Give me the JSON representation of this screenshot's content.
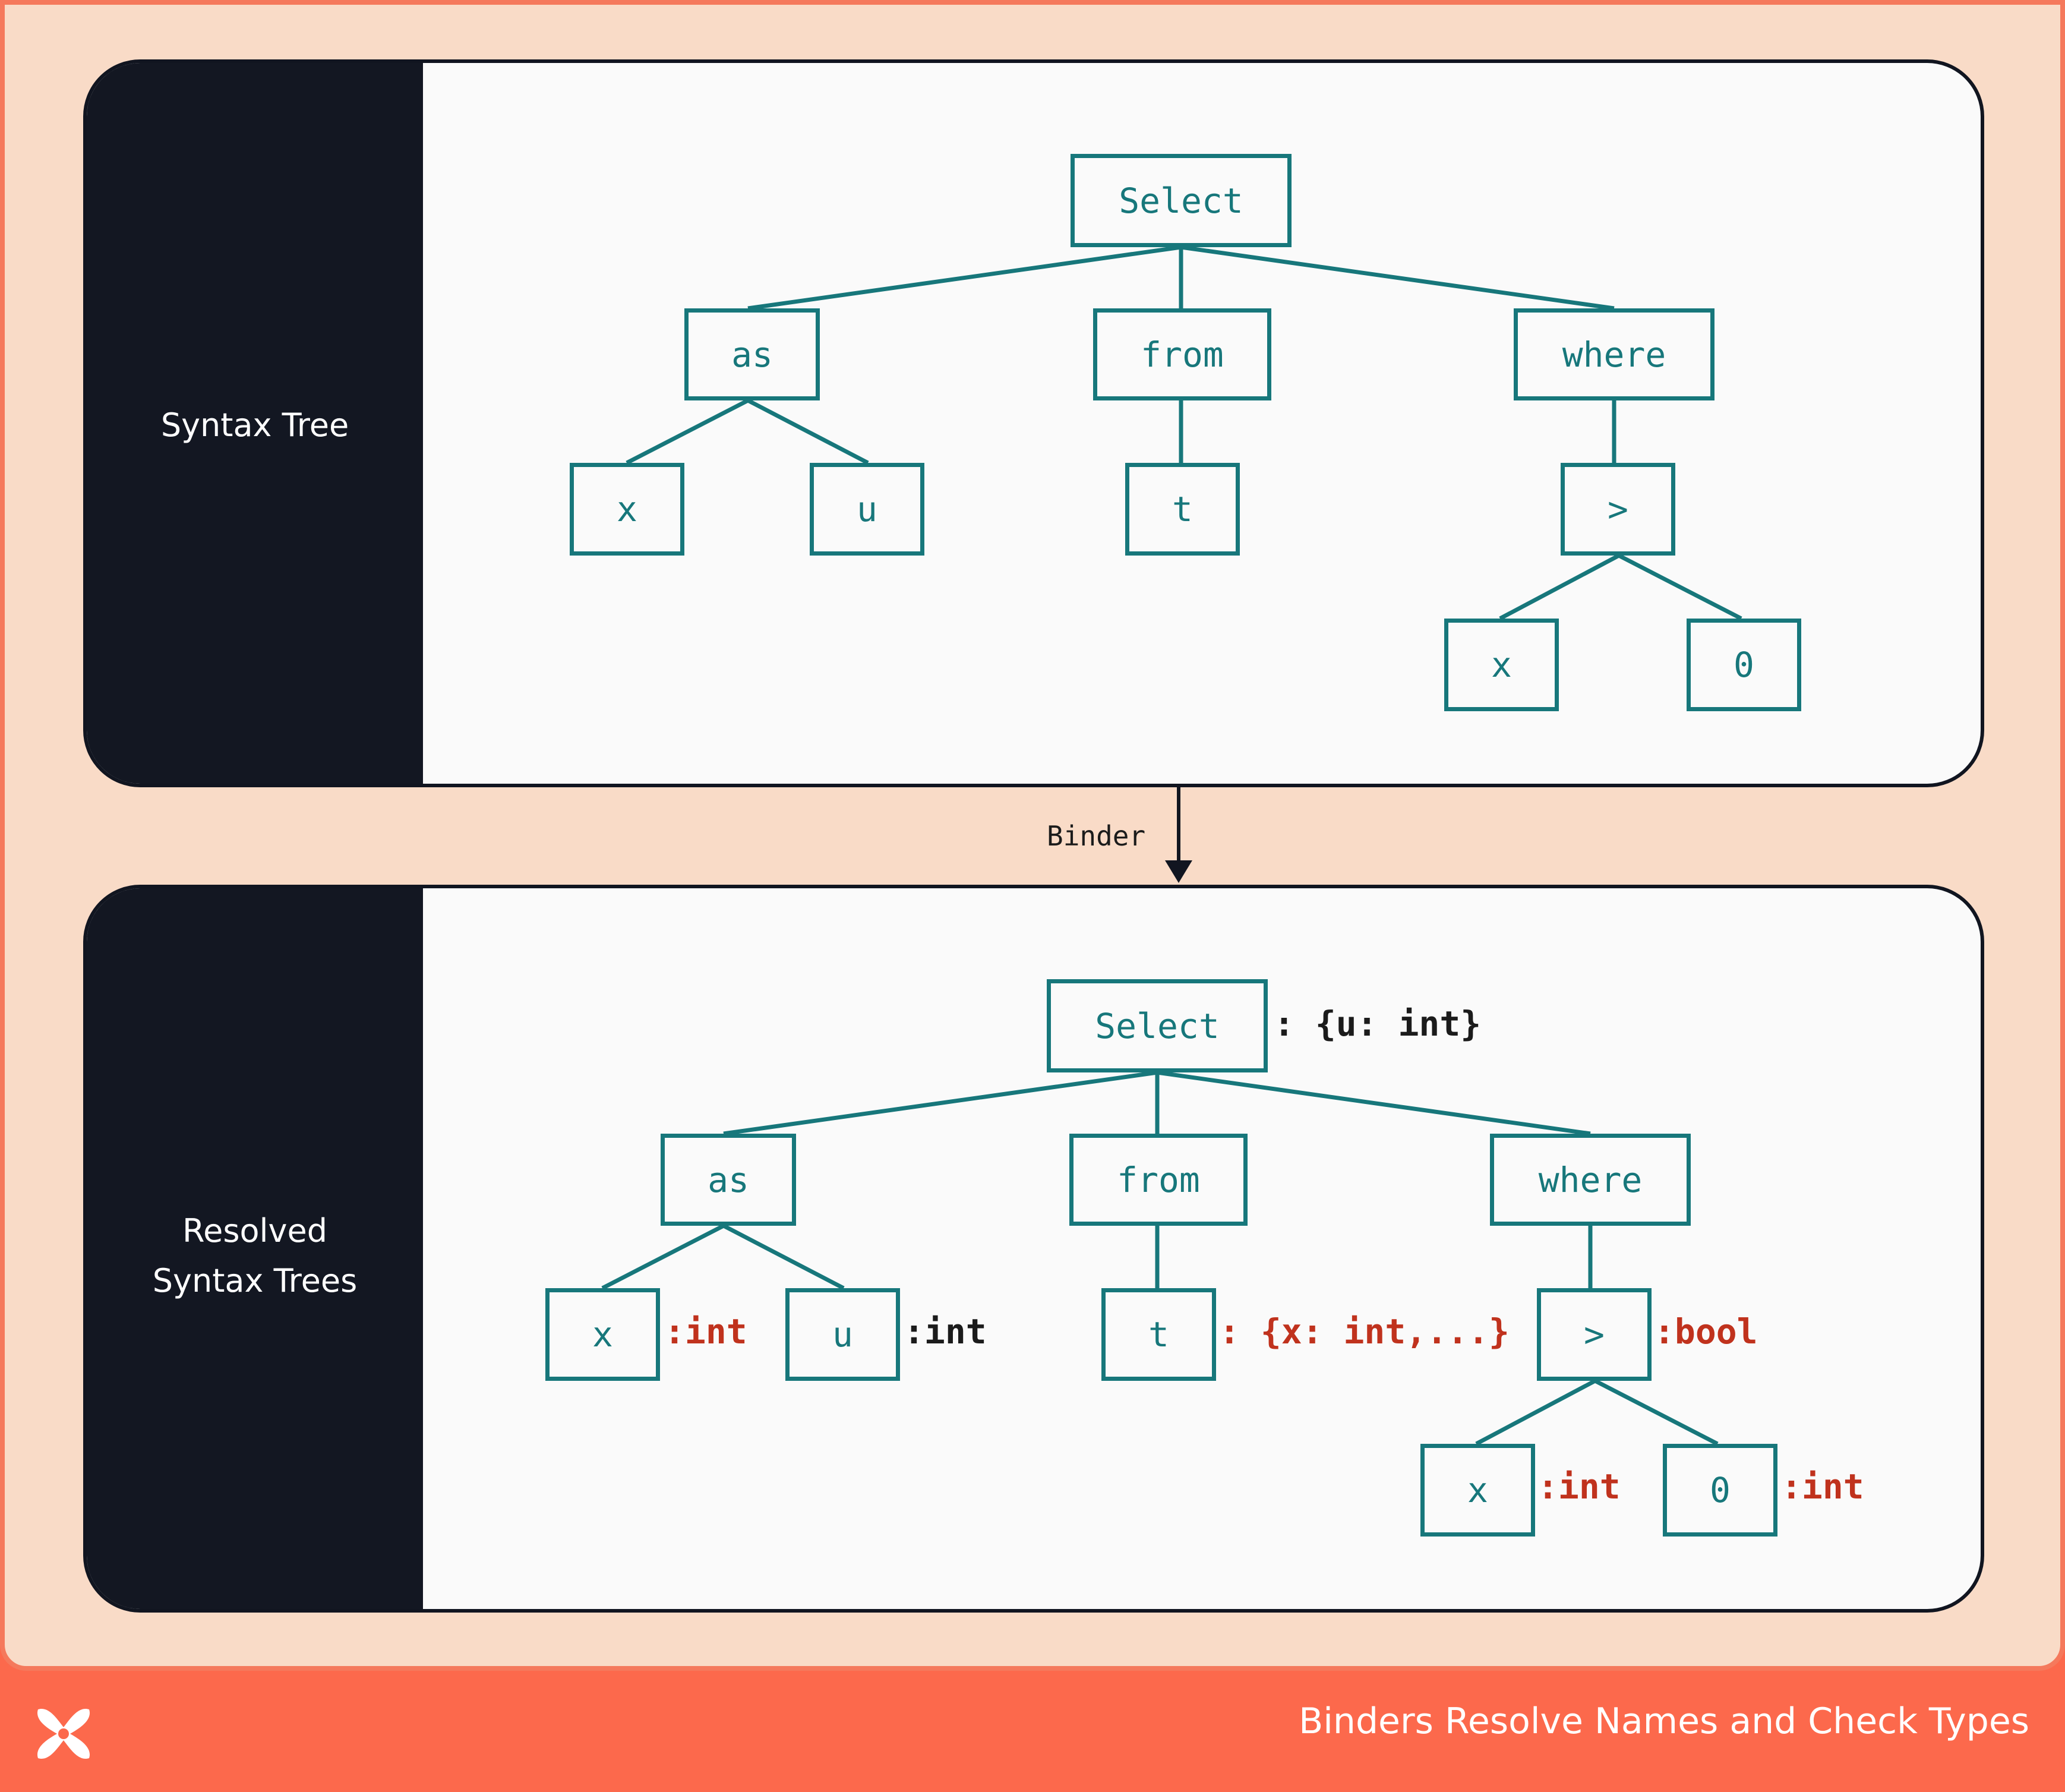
{
  "top_panel": {
    "label": "Syntax Tree",
    "nodes": {
      "select": "Select",
      "as": "as",
      "from": "from",
      "where": "where",
      "x": "x",
      "u": "u",
      "t": "t",
      "gt": ">",
      "x2": "x",
      "zero": "0"
    }
  },
  "binder": {
    "label": "Binder"
  },
  "bottom_panel": {
    "label_line1": "Resolved",
    "label_line2": "Syntax Trees",
    "nodes": {
      "select": "Select",
      "as": "as",
      "from": "from",
      "where": "where",
      "x": "x",
      "u": "u",
      "t": "t",
      "gt": ">",
      "x2": "x",
      "zero": "0"
    },
    "types": {
      "select": ": {u: int}",
      "x": ":int",
      "u": ":int",
      "t": ": {x: int,...}",
      "gt": ":bool",
      "x2": ":int",
      "zero": ":int"
    }
  },
  "footer": {
    "title": "Binders Resolve Names and Check Types",
    "logo_icon": "x-logo-icon"
  },
  "colors": {
    "accent": "#17777b",
    "type_red": "#c0321d",
    "footer": "#fc694c",
    "sidebar": "#131722"
  }
}
